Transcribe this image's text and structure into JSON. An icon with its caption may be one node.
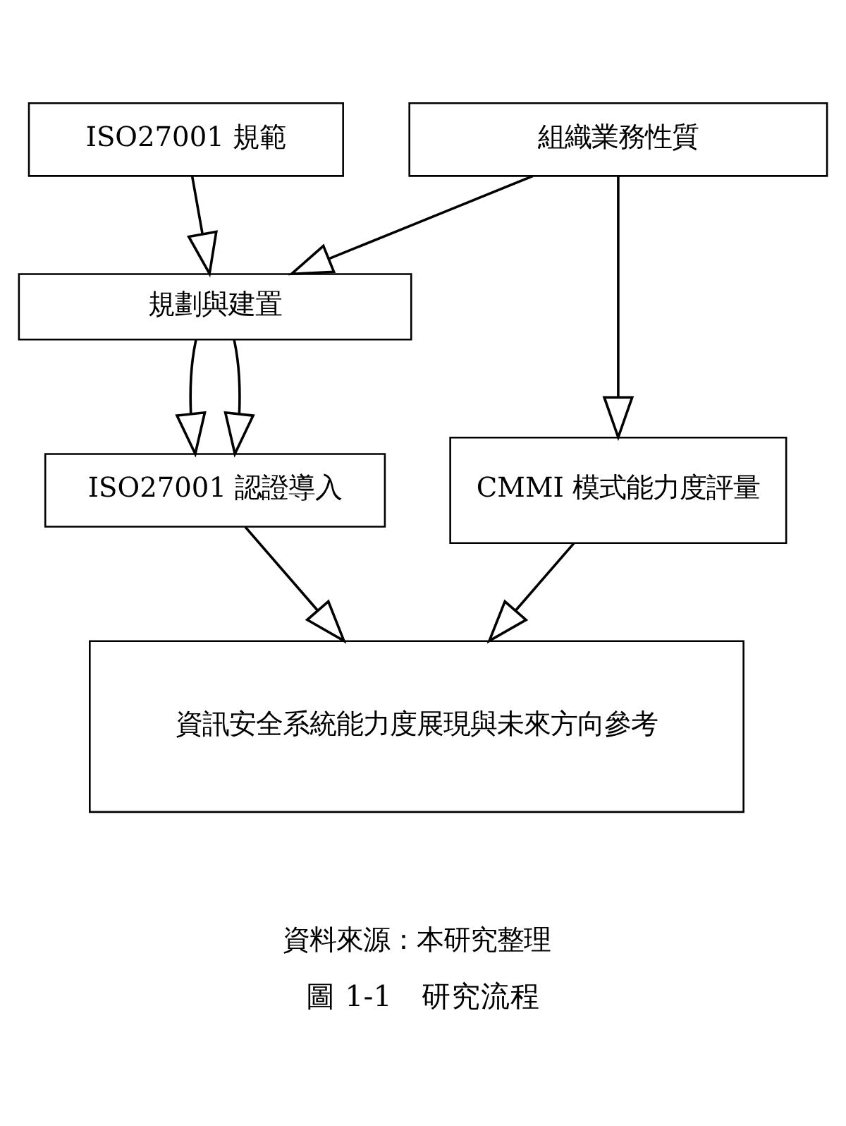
{
  "diagram": {
    "caption": "圖 1-1　研究流程",
    "nodes": [
      {
        "text": [
          "ISO27001 規範"
        ]
      },
      {
        "text": [
          "組織業務性質"
        ]
      },
      {
        "text": [
          "規劃與建置"
        ]
      },
      {
        "text": [
          "ISO27001 認證導入"
        ]
      },
      {
        "text": [
          "CMMI 模式能力度評量"
        ]
      },
      {
        "text": [
          "資訊安全系統能力度展現與未來方向參考"
        ]
      }
    ],
    "edges": [
      {
        "from": 0,
        "to": 2,
        "arrow": "to"
      },
      {
        "from": 1,
        "to": 2,
        "arrow": "to"
      },
      {
        "from": 1,
        "to": 4,
        "arrow": "to"
      },
      {
        "from": 2,
        "to": 3,
        "arrow": "to"
      },
      {
        "from": 2,
        "to": 3,
        "arrow": "to"
      },
      {
        "from": 3,
        "to": 5,
        "arrow": "to"
      },
      {
        "from": 4,
        "to": 5,
        "arrow": "to"
      }
    ],
    "labels": [
      "資料來源：本研究整理"
    ]
  }
}
